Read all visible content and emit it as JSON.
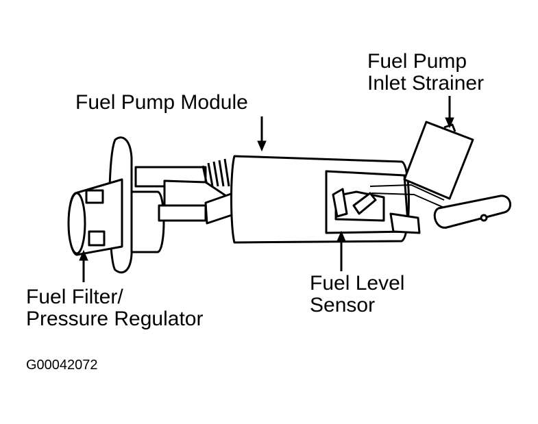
{
  "labels": {
    "strainer": [
      "Fuel Pump",
      "Inlet Strainer"
    ],
    "module": [
      "Fuel Pump Module"
    ],
    "sensor": [
      "Fuel Level",
      "Sensor"
    ],
    "filter": [
      "Fuel Filter/",
      "Pressure Regulator"
    ]
  },
  "figure_id": "G00042072",
  "colors": {
    "ink": "#000000",
    "paper": "#ffffff"
  }
}
